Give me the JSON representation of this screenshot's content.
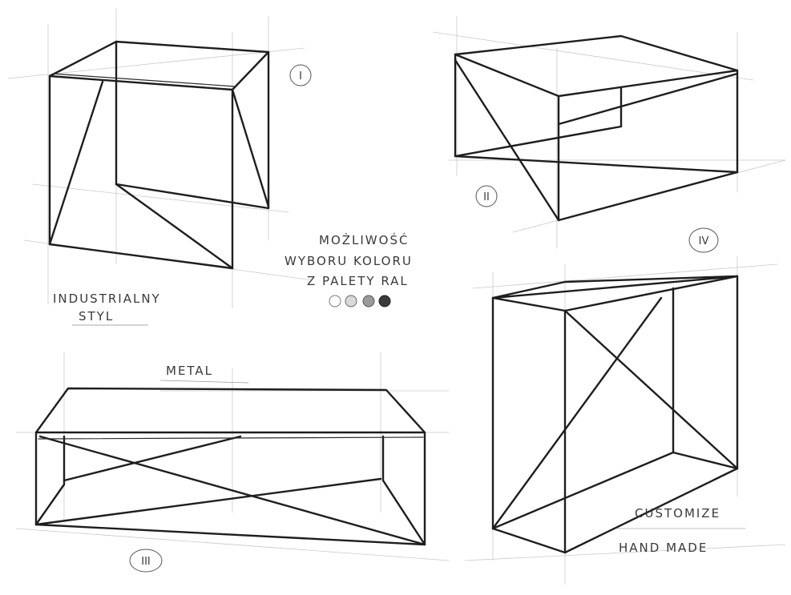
{
  "labels": {
    "industrial": [
      "INDUSTRIALNY",
      "STYL"
    ],
    "color_choice": [
      "MOŻLIWOŚĆ",
      "WYBORU KOLORU",
      "Z PALETY RAL"
    ],
    "metal": "METAL",
    "customize": "CUSTOMIZE",
    "hand_made": "HAND MADE"
  },
  "numbers": {
    "n1": "I",
    "n2": "II",
    "n3": "III",
    "n4": "IV"
  },
  "colors": {
    "ink": "#1e1e1e",
    "guide": "#c9c9c9"
  }
}
